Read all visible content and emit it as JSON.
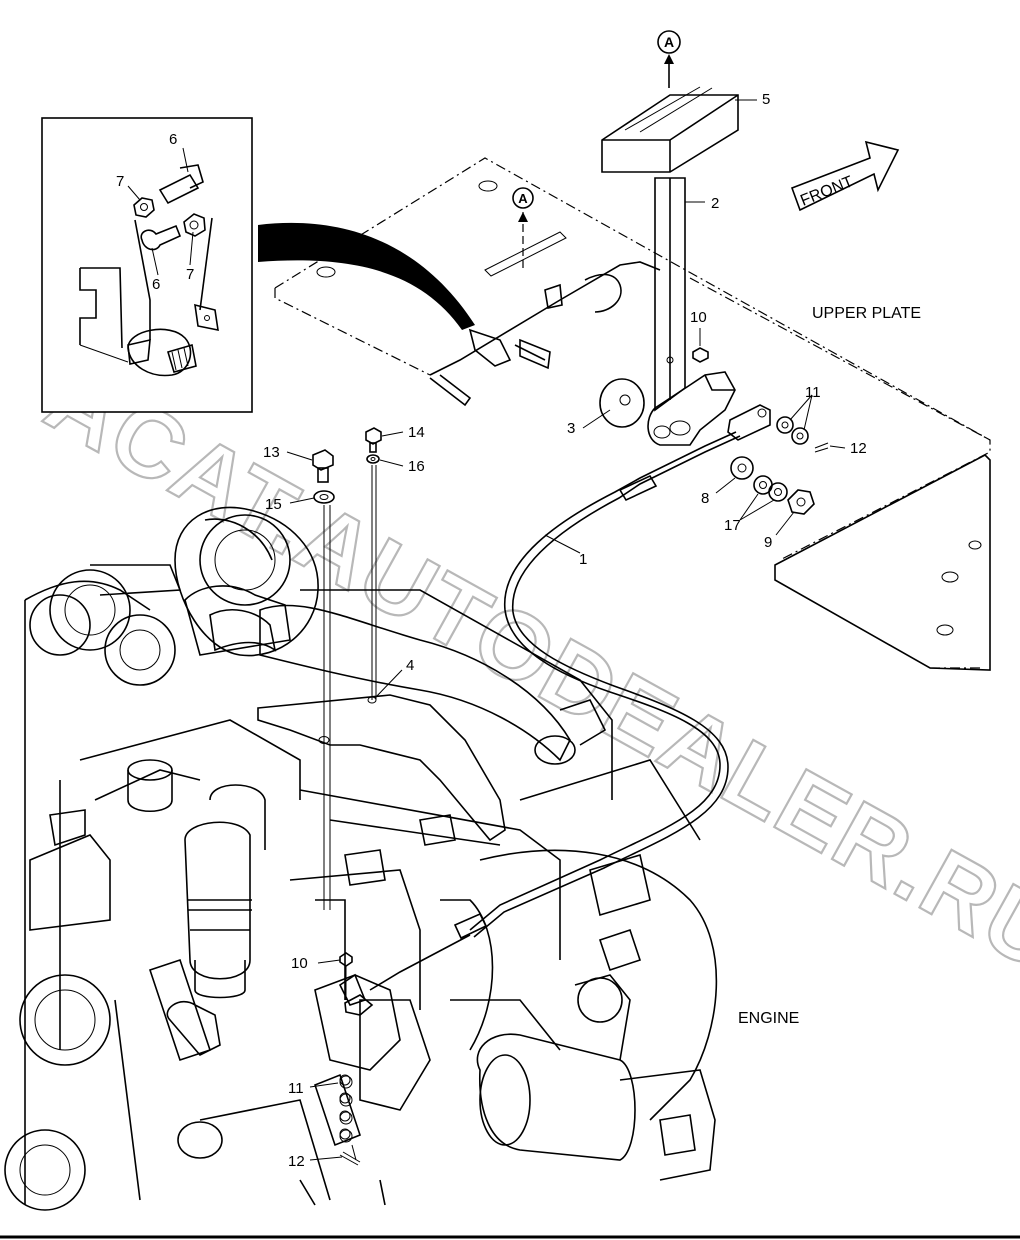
{
  "callouts": {
    "c1": "1",
    "c2": "2",
    "c3": "3",
    "c4": "4",
    "c5": "5",
    "c6a": "6",
    "c6b": "6",
    "c7a": "7",
    "c7b": "7",
    "c8": "8",
    "c9": "9",
    "c10a": "10",
    "c10b": "10",
    "c11a": "11",
    "c11b": "11",
    "c12a": "12",
    "c12b": "12",
    "c13": "13",
    "c14": "14",
    "c15": "15",
    "c16": "16",
    "c17": "17"
  },
  "marker_a": "A",
  "front_label": "FRONT",
  "upper_plate_label": "UPPER PLATE",
  "engine_label": "ENGINE",
  "watermark": "ACAT.AUTODEALER.RU"
}
